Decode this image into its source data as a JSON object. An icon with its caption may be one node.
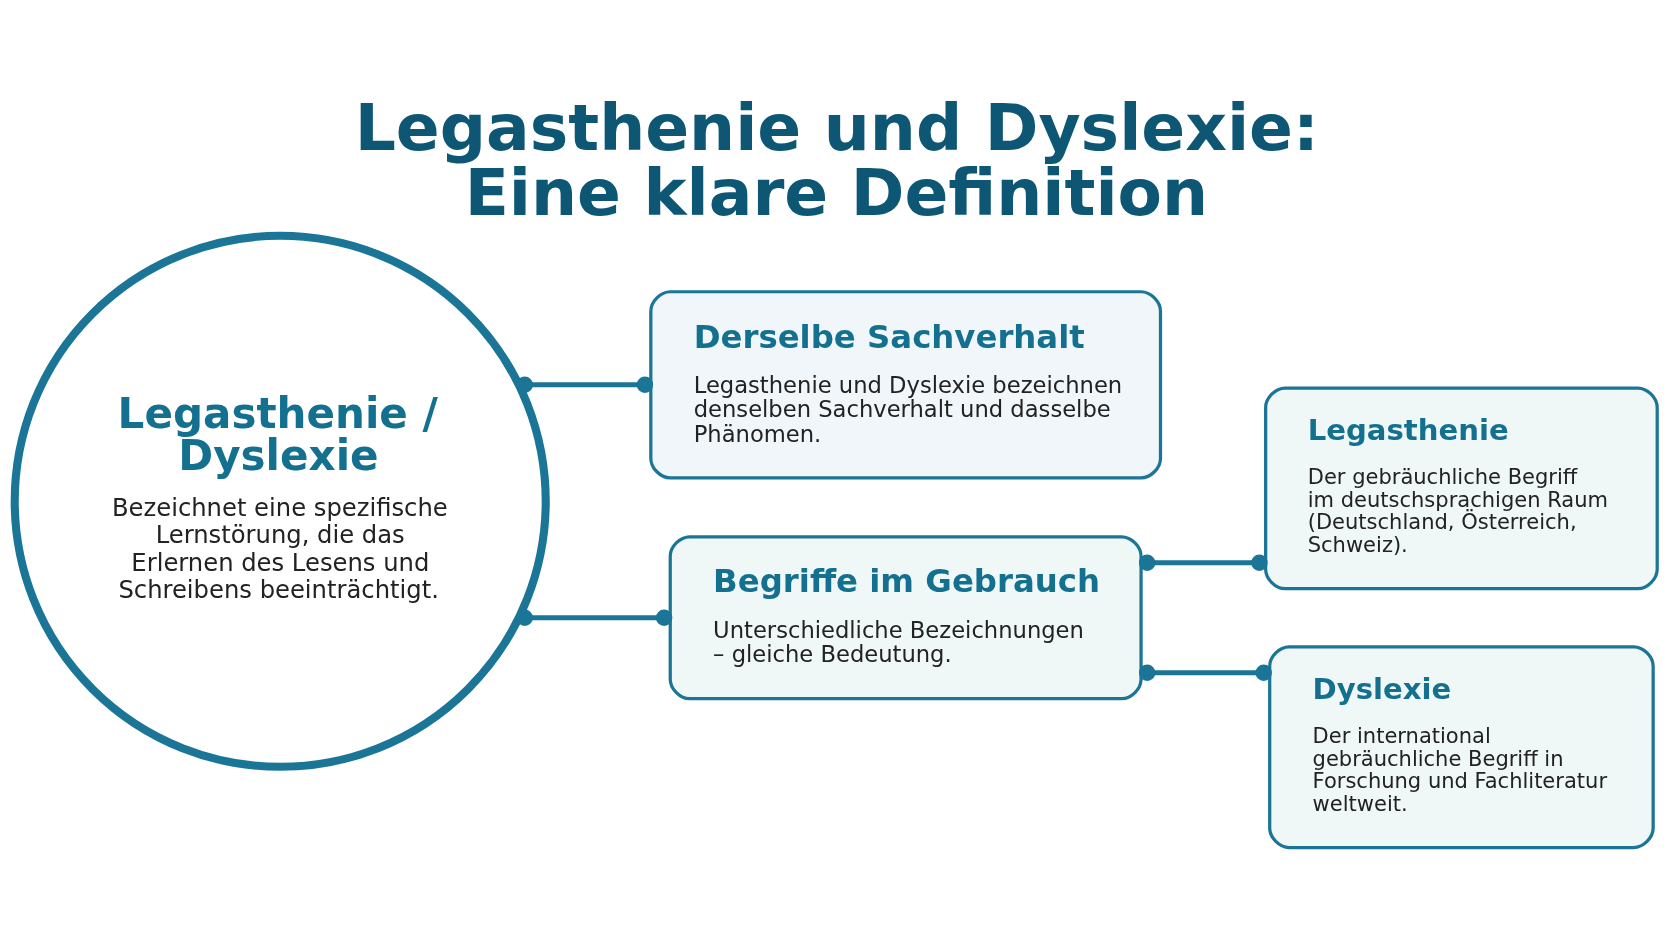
{
  "diagram": {
    "title": "Legasthenie und Dyslexie: Eine klare Definition",
    "nodes": [
      {
        "text": [
          "Legasthenie / Dyslexie",
          "Bezeichnet eine spezifische Lernstörung, die das Erlernen des Lesens und Schreibens beeinträchtigt."
        ]
      },
      {
        "text": [
          "Derselbe Sachverhalt",
          "Legasthenie und Dyslexie bezeichnen denselben Sachverhalt und dasselbe Phänomen."
        ]
      },
      {
        "text": [
          "Begriffe im Gebrauch",
          "Unterschiedliche Bezeichnungen – gleiche Bedeutung."
        ]
      },
      {
        "text": [
          "Legasthenie",
          "Der gebräuchliche Begriff im deutschsprachigen Raum (Deutschland, Österreich, Schweiz)."
        ]
      },
      {
        "text": [
          "Dyslexie",
          "Der international gebräuchliche Begriff in Forschung und Fachliteratur weltweit."
        ]
      }
    ],
    "edges": [
      {
        "from": 0,
        "to": 1,
        "arrow": "other"
      },
      {
        "from": 0,
        "to": 2,
        "arrow": "other"
      },
      {
        "from": 2,
        "to": 3,
        "arrow": "other"
      },
      {
        "from": 2,
        "to": 4,
        "arrow": "other"
      }
    ]
  }
}
